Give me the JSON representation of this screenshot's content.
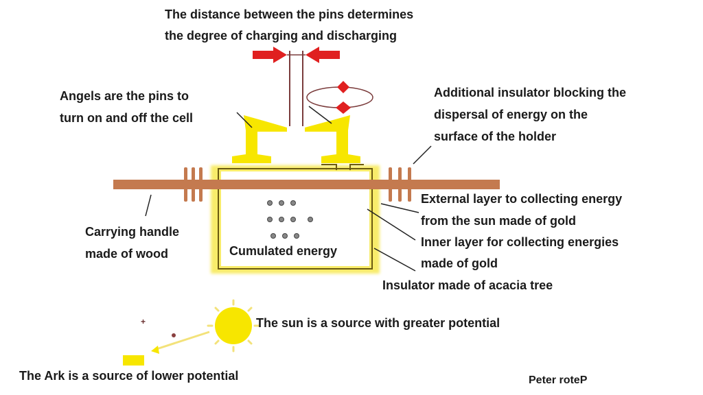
{
  "title": [
    "The distance between the pins determines",
    "the degree of charging and discharging"
  ],
  "angels_label": [
    "Angels are the pins to",
    "turn on and off the cell"
  ],
  "insulator_top_label": [
    "Additional insulator blocking the",
    "dispersal of energy on the",
    "surface of the holder"
  ],
  "handle_label": [
    "Carrying handle",
    "made of wood"
  ],
  "external_layer_label": [
    "External layer to collecting energy",
    "from the sun made of gold"
  ],
  "inner_layer_label": [
    "Inner layer for collecting energies",
    "made of gold"
  ],
  "acacia_label": "Insulator made of acacia tree",
  "cumulated_label": "Cumulated energy",
  "sun_label": "The sun is a source with greater potential",
  "ark_label": "The Ark is a source of lower potential",
  "author": "Peter roteP",
  "colors": {
    "gold": "#f7e600",
    "wood": "#c47a4f",
    "arrow": "#e02020",
    "line": "#7a3b3b"
  }
}
